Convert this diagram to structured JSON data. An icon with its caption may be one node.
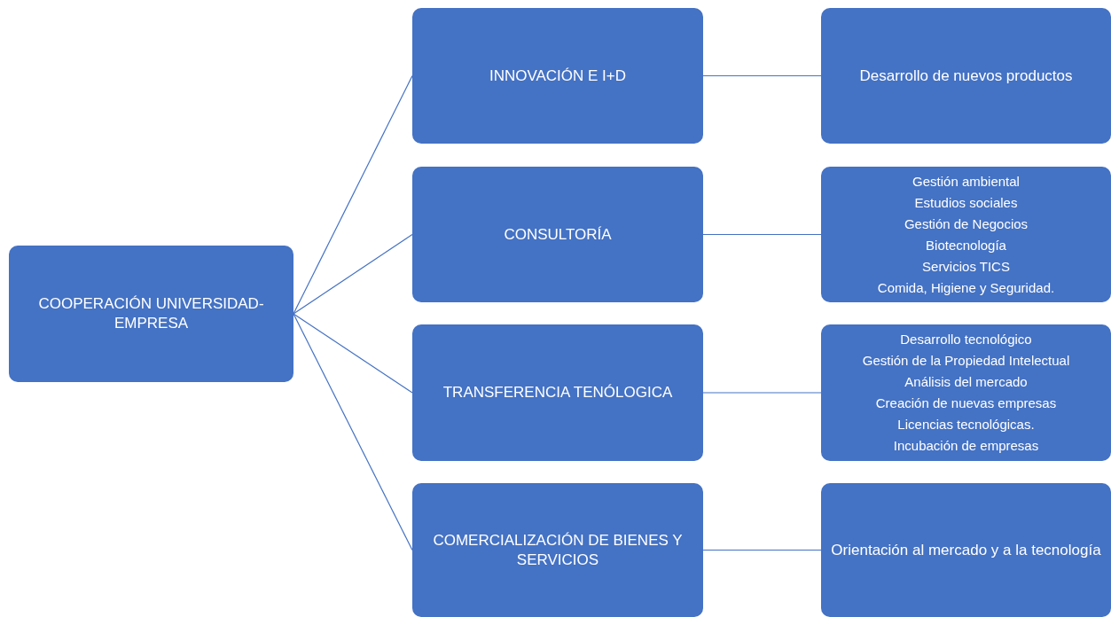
{
  "diagram": {
    "nodes": [
      {
        "text": [
          "COOPERACIÓN UNIVERSIDAD-EMPRESA"
        ]
      },
      {
        "text": [
          "INNOVACIÓN E I+D"
        ]
      },
      {
        "text": [
          "CONSULTORÍA"
        ]
      },
      {
        "text": [
          "TRANSFERENCIA TENÓLOGICA"
        ]
      },
      {
        "text": [
          "COMERCIALIZACIÓN DE BIENES Y SERVICIOS"
        ]
      },
      {
        "text": [
          "Desarrollo de nuevos productos"
        ]
      },
      {
        "text": [
          "Gestión ambiental",
          "Estudios sociales",
          "Gestión de Negocios",
          "Biotecnología",
          "Servicios TICS",
          "Comida, Higiene y Seguridad."
        ]
      },
      {
        "text": [
          "Desarrollo tecnológico",
          "Gestión de la Propiedad Intelectual",
          "Análisis del mercado",
          "Creación de nuevas empresas",
          "Licencias tecnológicas.",
          "Incubación de empresas"
        ]
      },
      {
        "text": [
          "Orientación al mercado y a la tecnología"
        ]
      }
    ],
    "edges": [
      {
        "from": 0,
        "to": 1,
        "arrow": "none"
      },
      {
        "from": 0,
        "to": 2,
        "arrow": "none"
      },
      {
        "from": 0,
        "to": 3,
        "arrow": "none"
      },
      {
        "from": 0,
        "to": 4,
        "arrow": "none"
      },
      {
        "from": 1,
        "to": 5,
        "arrow": "none"
      },
      {
        "from": 2,
        "to": 6,
        "arrow": "none"
      },
      {
        "from": 3,
        "to": 7,
        "arrow": "none"
      },
      {
        "from": 4,
        "to": 8,
        "arrow": "none"
      }
    ]
  }
}
